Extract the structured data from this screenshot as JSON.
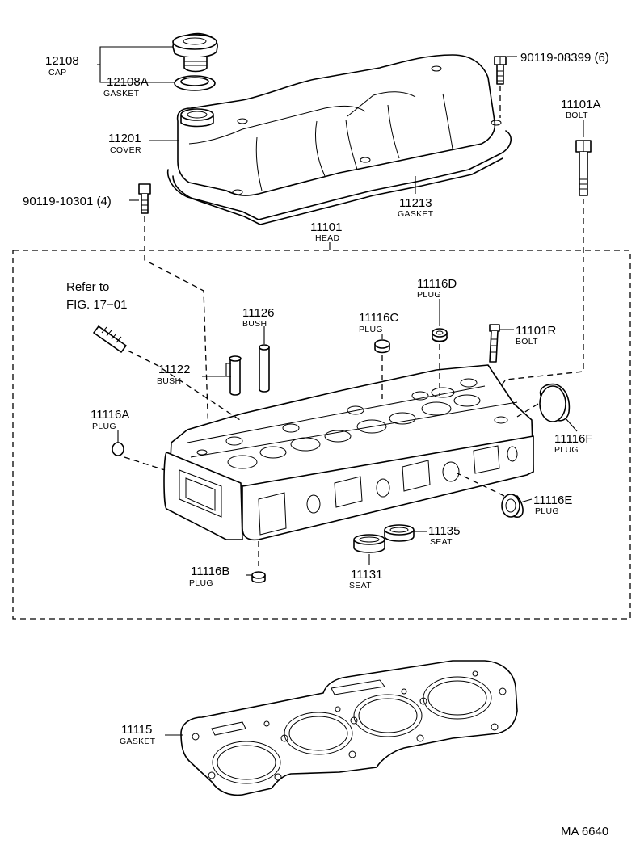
{
  "figure_code": "MA 6640",
  "reference": {
    "line1": "Refer to",
    "line2": "FIG. 17−01"
  },
  "parts": {
    "cap": {
      "number": "12108",
      "name": "CAP"
    },
    "cap_gasket": {
      "number": "12108A",
      "name": "GASKET"
    },
    "cover": {
      "number": "11201",
      "name": "COVER"
    },
    "cover_bolt": {
      "number": "90119-08399 (6)"
    },
    "head_bolt": {
      "number": "11101A",
      "name": "BOLT"
    },
    "cover_gasket": {
      "number": "11213",
      "name": "GASKET"
    },
    "stud_bolt": {
      "number": "90119-10301 (4)"
    },
    "head": {
      "number": "11101",
      "name": "HEAD"
    },
    "plug_d": {
      "number": "11116D",
      "name": "PLUG"
    },
    "bush_11126": {
      "number": "11126",
      "name": "BUSH"
    },
    "plug_c": {
      "number": "11116C",
      "name": "PLUG"
    },
    "bolt_r": {
      "number": "11101R",
      "name": "BOLT"
    },
    "bush_11122": {
      "number": "11122",
      "name": "BUSH"
    },
    "plug_a": {
      "number": "11116A",
      "name": "PLUG"
    },
    "plug_f": {
      "number": "11116F",
      "name": "PLUG"
    },
    "plug_e": {
      "number": "11116E",
      "name": "PLUG"
    },
    "seat_11135": {
      "number": "11135",
      "name": "SEAT"
    },
    "plug_b": {
      "number": "11116B",
      "name": "PLUG"
    },
    "seat_11131": {
      "number": "11131",
      "name": "SEAT"
    },
    "head_gasket": {
      "number": "11115",
      "name": "GASKET"
    }
  }
}
